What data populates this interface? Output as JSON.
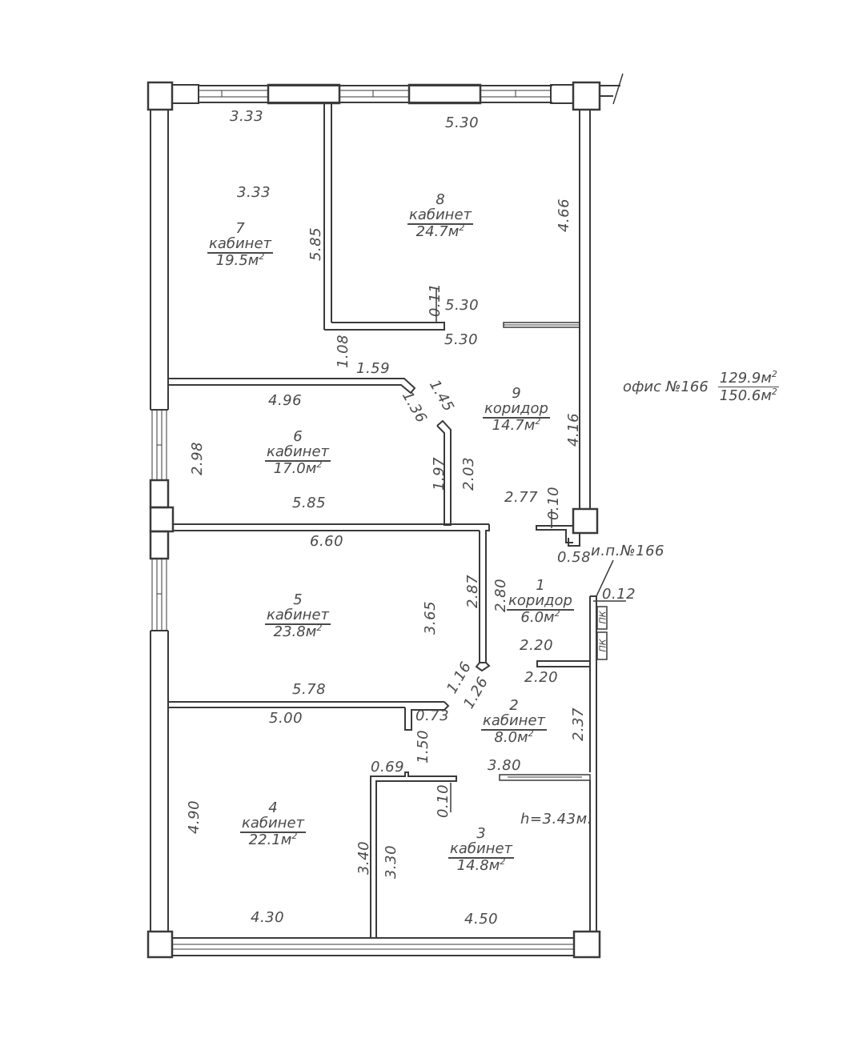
{
  "office": {
    "label": "офис №166",
    "area_living": "129.9м",
    "area_total": "150.6м",
    "sup": "2"
  },
  "ceiling_height": "h=3.43м.",
  "utility_note": "и.п.№166",
  "rooms": [
    {
      "num": "1",
      "name": "коридор",
      "area": "6.0м"
    },
    {
      "num": "2",
      "name": "кабинет",
      "area": "8.0м"
    },
    {
      "num": "3",
      "name": "кабинет",
      "area": "14.8м"
    },
    {
      "num": "4",
      "name": "кабинет",
      "area": "22.1м"
    },
    {
      "num": "5",
      "name": "кабинет",
      "area": "23.8м"
    },
    {
      "num": "6",
      "name": "кабинет",
      "area": "17.0м"
    },
    {
      "num": "7",
      "name": "кабинет",
      "area": "19.5м"
    },
    {
      "num": "8",
      "name": "кабинет",
      "area": "24.7м"
    },
    {
      "num": "9",
      "name": "коридор",
      "area": "14.7м"
    }
  ],
  "area_unit_sup": "2",
  "pk_labels": [
    "ПК",
    "ПК"
  ],
  "dimensions": {
    "r7_top": "3.33",
    "r7_inner": "3.33",
    "r7_side": "5.85",
    "r8_top": "5.30",
    "r8_side": "4.66",
    "r8_bottom_inner": "5.30",
    "r8_bottom_outer": "5.30",
    "wall_011": "0.11",
    "d_108": "1.08",
    "d_159": "1.59",
    "d_145": "1.45",
    "d_136": "1.36",
    "r6_top": "4.96",
    "r6_side": "2.98",
    "r6_bottom": "5.85",
    "d_197": "1.97",
    "d_203": "2.03",
    "r9_side": "4.16",
    "d_277": "2.77",
    "wall_010a": "0.10",
    "d_058": "0.58",
    "d_012": "0.12",
    "r5_top": "6.60",
    "r5_side": "3.65",
    "d_287": "2.87",
    "d_280": "2.80",
    "r1_220a": "2.20",
    "r1_220b": "2.20",
    "d_116": "1.16",
    "d_126": "1.26",
    "r5_bottom": "5.78",
    "r4_top": "5.00",
    "d_073": "0.73",
    "d_150": "1.50",
    "d_069": "0.69",
    "wall_010b": "0.10",
    "d_380": "3.80",
    "r2_side": "2.37",
    "r4_side": "4.90",
    "d_340": "3.40",
    "d_330": "3.30",
    "r4_bottom": "4.30",
    "r3_bottom": "4.50"
  },
  "colors": {
    "line": "#3a3a3a",
    "text": "#4a4a4a",
    "background": "#ffffff"
  }
}
